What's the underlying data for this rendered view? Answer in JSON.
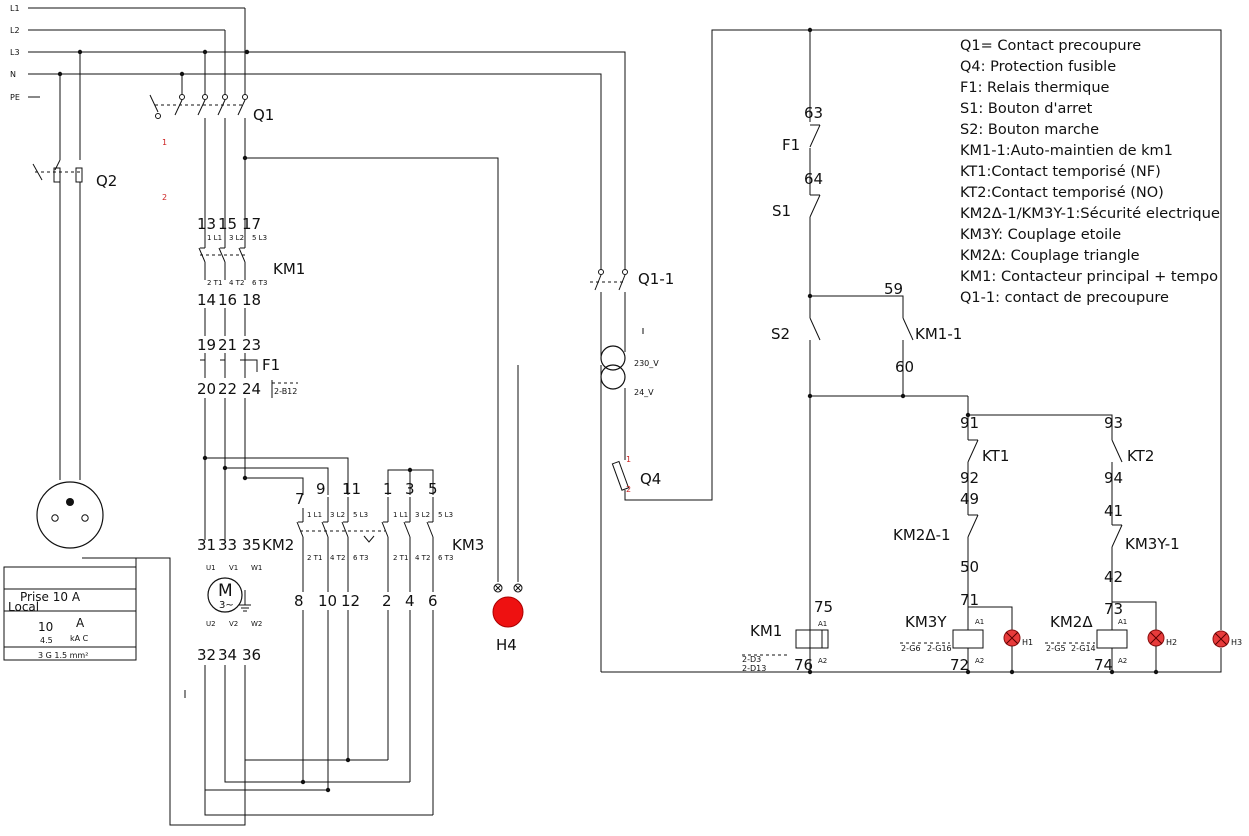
{
  "bus_labels": [
    "L1",
    "L2",
    "L3",
    "N",
    "PE"
  ],
  "devices": {
    "q1": "Q1",
    "q2": "Q2",
    "q1_1": "Q1-1",
    "q4": "Q4",
    "f1_power": "F1",
    "f1_ref": "2-B12",
    "km1": "KM1",
    "km2": "KM2",
    "km3": "KM3",
    "h4": "H4",
    "h1": "H1",
    "h2": "H2",
    "h3": "H3",
    "motor_label": "M",
    "motor_sub": "3~",
    "transformer_primary": "230_V",
    "transformer_secondary": "24_V"
  },
  "q1_red_marks": [
    "1",
    "2"
  ],
  "km1_power": {
    "top": [
      "13",
      "15",
      "17"
    ],
    "top_small": [
      "1 L1",
      "3 L2",
      "5 L3"
    ],
    "bottom_small": [
      "2 T1",
      "4 T2",
      "6 T3"
    ],
    "bottom": [
      "14",
      "16",
      "18"
    ]
  },
  "f1_power_terms": {
    "top": [
      "19",
      "21",
      "23"
    ],
    "bottom": [
      "20",
      "22",
      "24"
    ]
  },
  "km2_power": {
    "top": [
      "7",
      "9",
      "11"
    ],
    "top_small": [
      "1 L1",
      "3 L2",
      "5 L3"
    ],
    "bottom_small": [
      "2 T1",
      "4 T2",
      "6 T3"
    ],
    "bottom": [
      "8",
      "10",
      "12"
    ]
  },
  "km3_power": {
    "top": [
      "1",
      "3",
      "5"
    ],
    "top_small": [
      "1 L1",
      "3 L2",
      "5 L3"
    ],
    "bottom_small": [
      "2 T1",
      "4 T2",
      "6 T3"
    ],
    "bottom": [
      "2",
      "4",
      "6"
    ]
  },
  "motor_terms": {
    "top": [
      "31",
      "33",
      "35"
    ],
    "top_small": [
      "U1",
      "V1",
      "W1"
    ],
    "bottom_small": [
      "U2",
      "V2",
      "W2"
    ],
    "bottom": [
      "32",
      "34",
      "36"
    ]
  },
  "socket_box": {
    "title": "Prise 10 A",
    "location": "Local",
    "rating": "10",
    "unit": "A",
    "breaking": "4.5",
    "breaking_unit": "kA C",
    "cable": "3 G 1.5 mm²"
  },
  "control": {
    "f1_terms": [
      "63",
      "64"
    ],
    "f1_label": "F1",
    "s1_label": "S1",
    "s2_label": "S2",
    "km1_1_label": "KM1-1",
    "km1_1_terms": [
      "59",
      "60"
    ],
    "kt1_label": "KT1",
    "kt1_terms": [
      "91",
      "92"
    ],
    "kt2_label": "KT2",
    "kt2_terms": [
      "93",
      "94"
    ],
    "km2d_1_label": "KM2Δ-1",
    "km2d_1_terms": [
      "49",
      "50"
    ],
    "km3y_1_label": "KM3Y-1",
    "km3y_1_terms": [
      "41",
      "42"
    ],
    "coil_km1": {
      "label": "KM1",
      "terms": [
        "75",
        "76"
      ],
      "refs": [
        "2-D3",
        "2-D13"
      ]
    },
    "coil_km3y": {
      "label": "KM3Y",
      "terms": [
        "71",
        "72"
      ],
      "refs": [
        "2-G6",
        "2-G16"
      ]
    },
    "coil_km2d": {
      "label": "KM2Δ",
      "terms": [
        "73",
        "74"
      ],
      "refs": [
        "2-G5",
        "2-G14"
      ]
    },
    "coil_pins": [
      "A1",
      "A2"
    ]
  },
  "legend": [
    "Q1= Contact precoupure",
    "Q4: Protection fusible",
    "F1: Relais thermique",
    "S1: Bouton d'arret",
    "S2: Bouton marche",
    "KM1-1:Auto-maintien de km1",
    "KT1:Contact temporisé (NF)",
    "KT2:Contact temporisé (NO)",
    "KM2Δ-1/KM3Y-1:Sécurité electrique",
    "KM3Y: Couplage etoile",
    "KM2Δ: Couplage triangle",
    "KM1: Contacteur principal + tempo",
    "Q1-1: contact de precoupure"
  ],
  "colors": {
    "wire": "#111111",
    "lamp": "#e83b3b",
    "mark": "#cc2222"
  }
}
